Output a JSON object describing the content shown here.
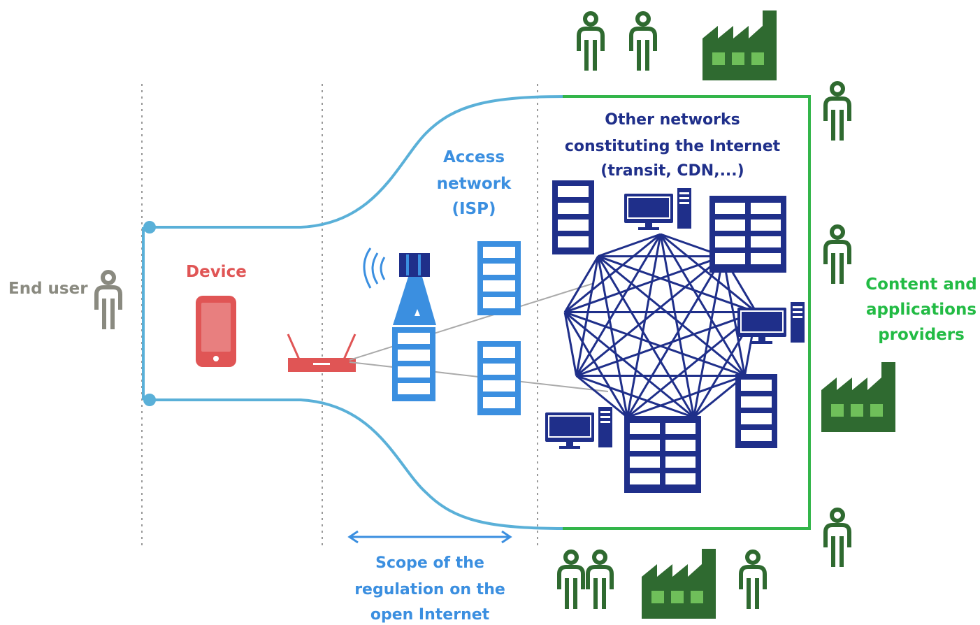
{
  "labels": {
    "end_user": "End user",
    "device": "Device",
    "access_network": [
      "Access",
      "network",
      "(ISP)"
    ],
    "other_networks": [
      "Other networks",
      "constituting the Internet",
      "(transit, CDN,...)"
    ],
    "content_providers": [
      "Content and",
      "applications",
      "providers"
    ],
    "scope": [
      "Scope of the",
      "regulation on the",
      "open Internet"
    ]
  },
  "colors": {
    "end_user": "#8a8a80",
    "device": "#e05555",
    "access": "#3b8fe0",
    "internet": "#1f2f8a",
    "providers": "#2f6a30",
    "providers_text": "#22bb44",
    "funnel": "#5ab0d8",
    "boundary": "#33b54a",
    "divider": "#999999",
    "link": "#aaaaaa"
  },
  "icons": {
    "end_user": "person-icon",
    "device": "smartphone-icon",
    "router": "router-icon",
    "antenna": "cell-tower-icon",
    "server": "server-rack-icon",
    "computer": "desktop-computer-icon",
    "factory": "factory-icon",
    "person": "person-icon",
    "mesh": "network-mesh-icon",
    "arrow": "double-arrow-icon"
  }
}
